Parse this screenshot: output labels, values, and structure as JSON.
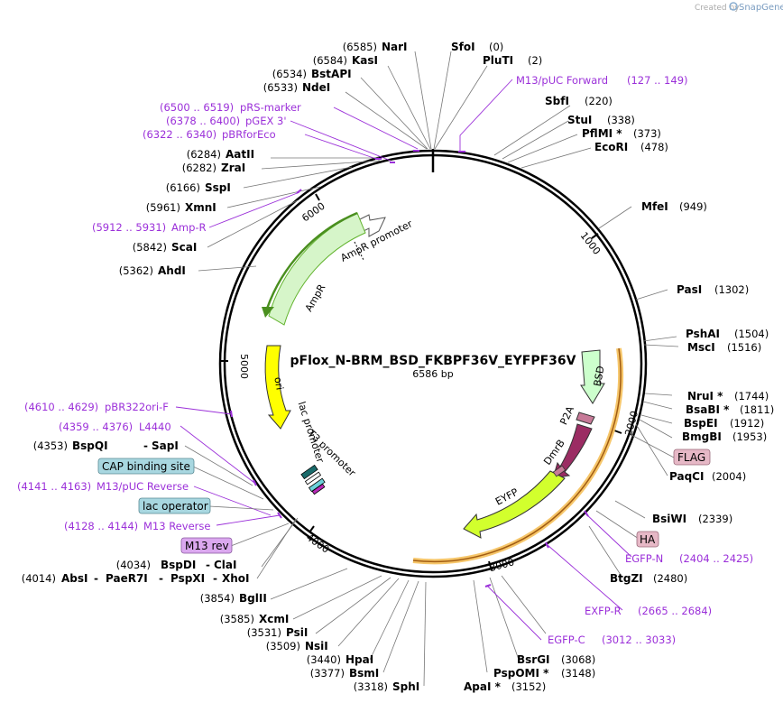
{
  "watermark": "Created by",
  "brand": "SnapGene",
  "plasmid": {
    "name": "pFlox_N-BRM_BSD_FKBPF36V_EYFPF36V",
    "size": "6586 bp"
  },
  "ticks": [
    "1000",
    "2000",
    "3000",
    "4000",
    "5000",
    "6000"
  ],
  "sites": [
    {
      "name": "NarI",
      "pos": "(6585)"
    },
    {
      "name": "SfoI",
      "pos": "(0)"
    },
    {
      "name": "KasI",
      "pos": "(6584)"
    },
    {
      "name": "PluTI",
      "pos": "(2)"
    },
    {
      "name": "BstAPI",
      "pos": "(6534)"
    },
    {
      "name": "NdeI",
      "pos": "(6533)"
    },
    {
      "name": "SbfI",
      "pos": "(220)"
    },
    {
      "name": "StuI",
      "pos": "(338)"
    },
    {
      "name": "PflMI *",
      "pos": "(373)"
    },
    {
      "name": "EcoRI",
      "pos": "(478)"
    },
    {
      "name": "AatII",
      "pos": "(6284)"
    },
    {
      "name": "ZraI",
      "pos": "(6282)"
    },
    {
      "name": "SspI",
      "pos": "(6166)"
    },
    {
      "name": "XmnI",
      "pos": "(5961)"
    },
    {
      "name": "ScaI",
      "pos": "(5842)"
    },
    {
      "name": "AhdI",
      "pos": "(5362)"
    },
    {
      "name": "MfeI",
      "pos": "(949)"
    },
    {
      "name": "PasI",
      "pos": "(1302)"
    },
    {
      "name": "PshAI",
      "pos": "(1504)"
    },
    {
      "name": "MscI",
      "pos": "(1516)"
    },
    {
      "name": "NruI *",
      "pos": "(1744)"
    },
    {
      "name": "BsaBI *",
      "pos": "(1811)"
    },
    {
      "name": "BspEI",
      "pos": "(1912)"
    },
    {
      "name": "BmgBI",
      "pos": "(1953)"
    },
    {
      "name": "PaqCI",
      "pos": "(2004)"
    },
    {
      "name": "BsiWI",
      "pos": "(2339)"
    },
    {
      "name": "BtgZI",
      "pos": "(2480)"
    },
    {
      "name": "BsrGI",
      "pos": "(3068)"
    },
    {
      "name": "PspOMI *",
      "pos": "(3148)"
    },
    {
      "name": "ApaI *",
      "pos": "(3152)"
    },
    {
      "name": "SphI",
      "pos": "(3318)"
    },
    {
      "name": "BsmI",
      "pos": "(3377)"
    },
    {
      "name": "HpaI",
      "pos": "(3440)"
    },
    {
      "name": "NsiI",
      "pos": "(3509)"
    },
    {
      "name": "PsiI",
      "pos": "(3531)"
    },
    {
      "name": "XcmI",
      "pos": "(3585)"
    },
    {
      "name": "BglII",
      "pos": "(3854)"
    },
    {
      "name": "BspQI",
      "pos": "(4353)"
    },
    {
      "name": "SapI",
      "pos": ""
    },
    {
      "name": "BspDI",
      "pos": "(4034)"
    },
    {
      "name": "ClaI",
      "pos": ""
    },
    {
      "name": "AbsI",
      "pos": "(4014)"
    },
    {
      "name": "PaeR7I",
      "pos": ""
    },
    {
      "name": "PspXI",
      "pos": ""
    },
    {
      "name": "XhoI",
      "pos": ""
    }
  ],
  "primers": [
    {
      "name": "M13/pUC Forward",
      "range": "(127 .. 149)"
    },
    {
      "name": "pRS-marker",
      "range": "(6500 .. 6519)"
    },
    {
      "name": "pGEX 3'",
      "range": "(6378 .. 6400)"
    },
    {
      "name": "pBRforEco",
      "range": "(6322 .. 6340)"
    },
    {
      "name": "Amp-R",
      "range": "(5912 .. 5931)"
    },
    {
      "name": "pBR322ori-F",
      "range": "(4610 .. 4629)"
    },
    {
      "name": "L4440",
      "range": "(4359 .. 4376)"
    },
    {
      "name": "M13/pUC Reverse",
      "range": "(4141 .. 4163)"
    },
    {
      "name": "M13 Reverse",
      "range": "(4128 .. 4144)"
    },
    {
      "name": "EGFP-N",
      "range": "(2404 .. 2425)"
    },
    {
      "name": "EXFP-R",
      "range": "(2665 .. 2684)"
    },
    {
      "name": "EGFP-C",
      "range": "(3012 .. 3033)"
    }
  ],
  "boxes": {
    "flag": "FLAG",
    "ha": "HA",
    "cap": "CAP binding site",
    "lacop": "lac operator",
    "m13rev": "M13 rev"
  },
  "features": {
    "amprpromoter": "AmpR promoter",
    "ampr": "AmpR",
    "ori": "ori",
    "lacpromoter": "lac promoter",
    "t3promoter": "T3 promoter",
    "bsd": "BSD",
    "p2a": "P2A",
    "dmrb": "DmrB",
    "eyfp": "EYFP"
  },
  "colors": {
    "primer": "#9b30d9",
    "ampr_fill": "#d6f5c9",
    "ampr_edge": "#62b32e",
    "ori_fill": "#ffff00",
    "bsd_fill": "#ccffcc",
    "dmrb_fill": "#9b2c63",
    "eyfp_fill": "#d2ff2d",
    "p2a_fill": "#c77a98",
    "orf_arc": "#f6c66a",
    "box_pink": "#e6b8c6",
    "box_blue": "#a8d7e0",
    "box_purple": "#dba8ef"
  }
}
